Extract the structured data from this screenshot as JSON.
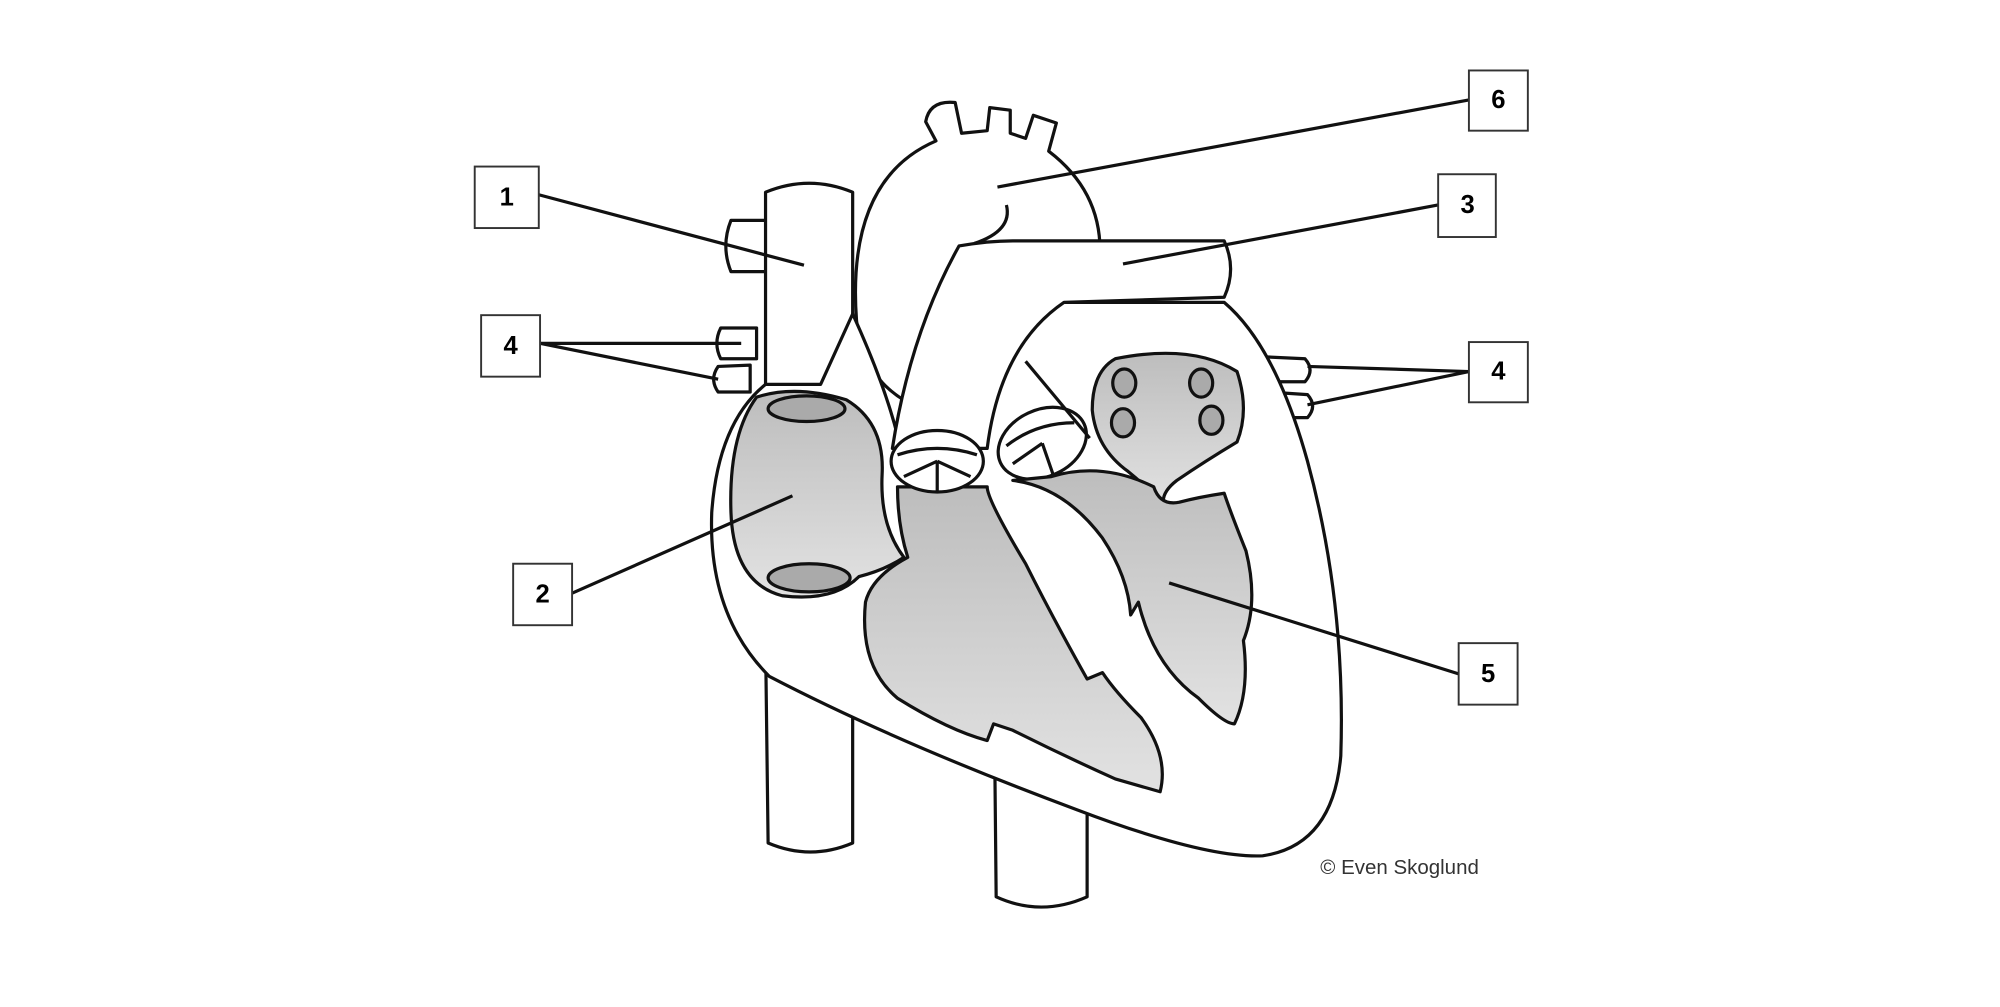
{
  "diagram": {
    "labels": [
      {
        "id": "1",
        "text": "1"
      },
      {
        "id": "4-left",
        "text": "4"
      },
      {
        "id": "2",
        "text": "2"
      },
      {
        "id": "6",
        "text": "6"
      },
      {
        "id": "3",
        "text": "3"
      },
      {
        "id": "4-right",
        "text": "4"
      },
      {
        "id": "5",
        "text": "5"
      }
    ],
    "copyright": "© Even Skoglund",
    "colors": {
      "chamber_fill": "#d0d0d0",
      "outline": "#111111",
      "valve_fill": "#aaaaaa"
    }
  }
}
